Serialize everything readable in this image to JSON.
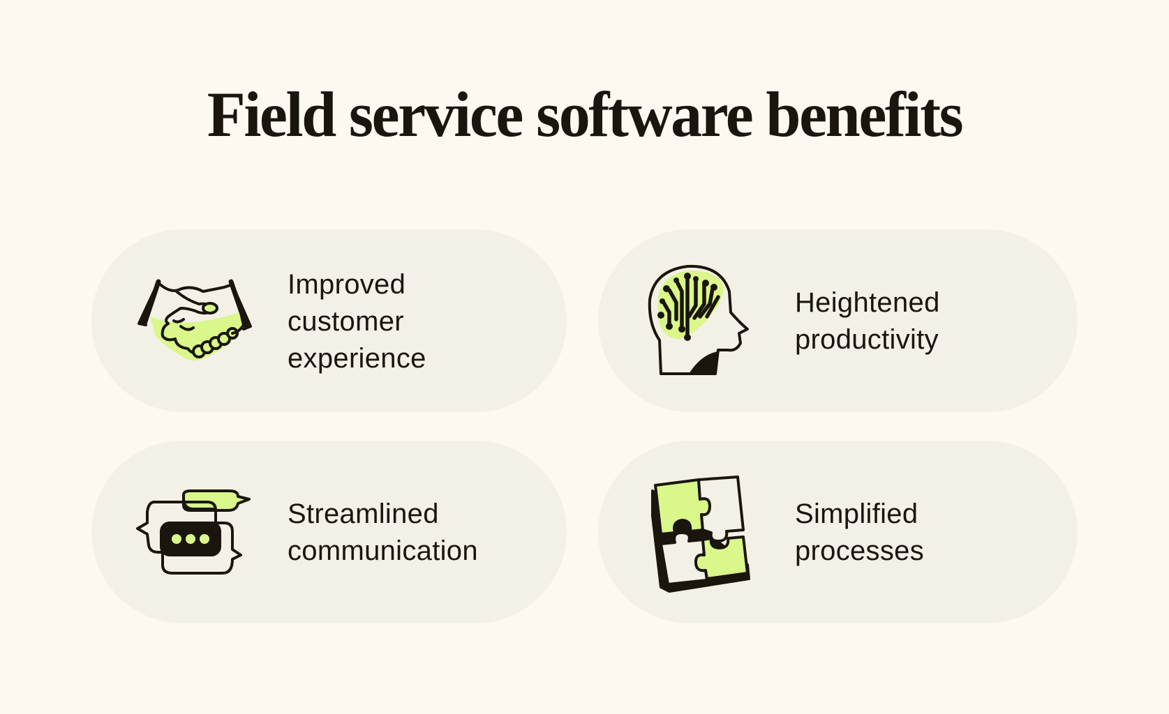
{
  "title": "Field service software benefits",
  "colors": {
    "background": "#fdf9f1",
    "card": "#f3f0e6",
    "ink": "#1a160d",
    "accent_green": "#d9f78a"
  },
  "benefits": [
    {
      "icon": "handshake-icon",
      "lines": [
        "Improved",
        "customer",
        "experience"
      ]
    },
    {
      "icon": "brain-circuit-head-icon",
      "lines": [
        "Heightened",
        "productivity"
      ]
    },
    {
      "icon": "chat-bubbles-icon",
      "lines": [
        "Streamlined",
        "communication"
      ]
    },
    {
      "icon": "puzzle-pieces-icon",
      "lines": [
        "Simplified",
        "processes"
      ]
    }
  ]
}
